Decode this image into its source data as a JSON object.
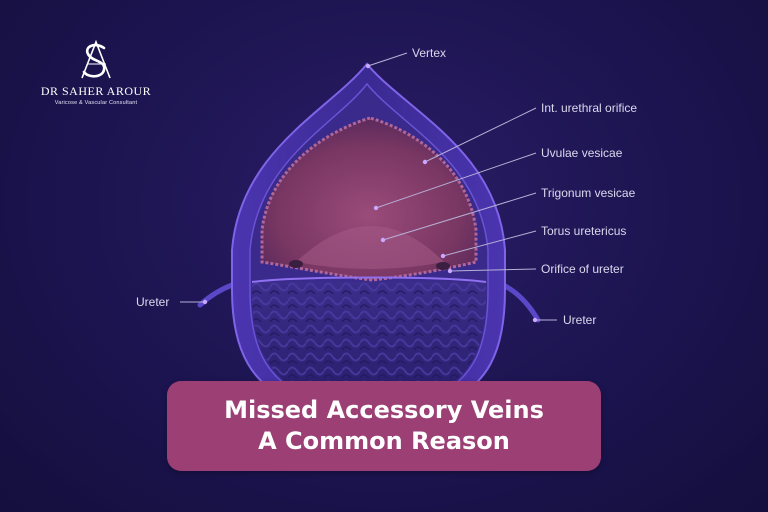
{
  "brand": {
    "monogram": "SA",
    "name": "DR SAHER AROUR",
    "tagline": "Varicose & Vascular Consultant"
  },
  "labels": {
    "vertex": "Vertex",
    "int_urethral_orifice": "Int. urethral orifice",
    "uvulae_vesicae": "Uvulae vesicae",
    "trigonum_vesicae": "Trigonum vesicae",
    "torus_uretericus": "Torus uretericus",
    "orifice_of_ureter": "Orifice of ureter",
    "ureter_left": "Ureter",
    "ureter_right": "Ureter"
  },
  "banner": {
    "line1": "Missed Accessory Veins",
    "line2": "A Common Reason"
  },
  "colors": {
    "background": "#1c1450",
    "banner": "#9c3f74",
    "bladder_outline": "#6a4fd6",
    "mucosa": "#8a3f6e",
    "leader_line": "#b7b0d6",
    "marker": "#c9a8ff"
  }
}
